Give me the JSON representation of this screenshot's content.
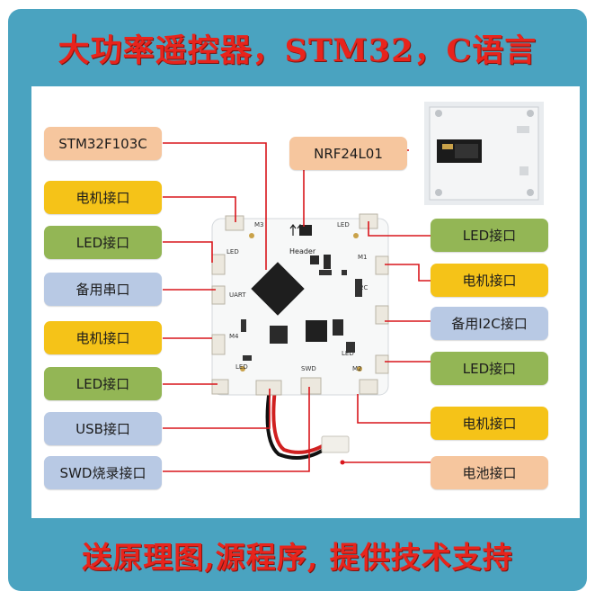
{
  "banner": {
    "top": "大功率遥控器，STM32，C语言",
    "bottom": "送原理图,源程序, 提供技术支持"
  },
  "colors": {
    "frame": "#4aa3c0",
    "banner_text": "#e8241c",
    "mcu_label": "#f6c69e",
    "motor_label": "#f5c318",
    "led_label": "#93b655",
    "port_label": "#b8c9e4",
    "leader_line": "#d9161c"
  },
  "labels": {
    "left": [
      "STM32F103C",
      "电机接口",
      "LED接口",
      "备用串口",
      "电机接口",
      "LED接口",
      "USB接口",
      "SWD烧录接口"
    ],
    "right": [
      "NRF24L01",
      "LED接口",
      "电机接口",
      "备用I2C接口",
      "LED接口",
      "电机接口",
      "电池接口"
    ]
  },
  "board": {
    "silkscreen_top": "Header",
    "silkscreen_labels": [
      "M3",
      "LED",
      "M1",
      "LED",
      "I2C",
      "UART",
      "M4",
      "LED",
      "LED",
      "M2",
      "SWD"
    ]
  }
}
